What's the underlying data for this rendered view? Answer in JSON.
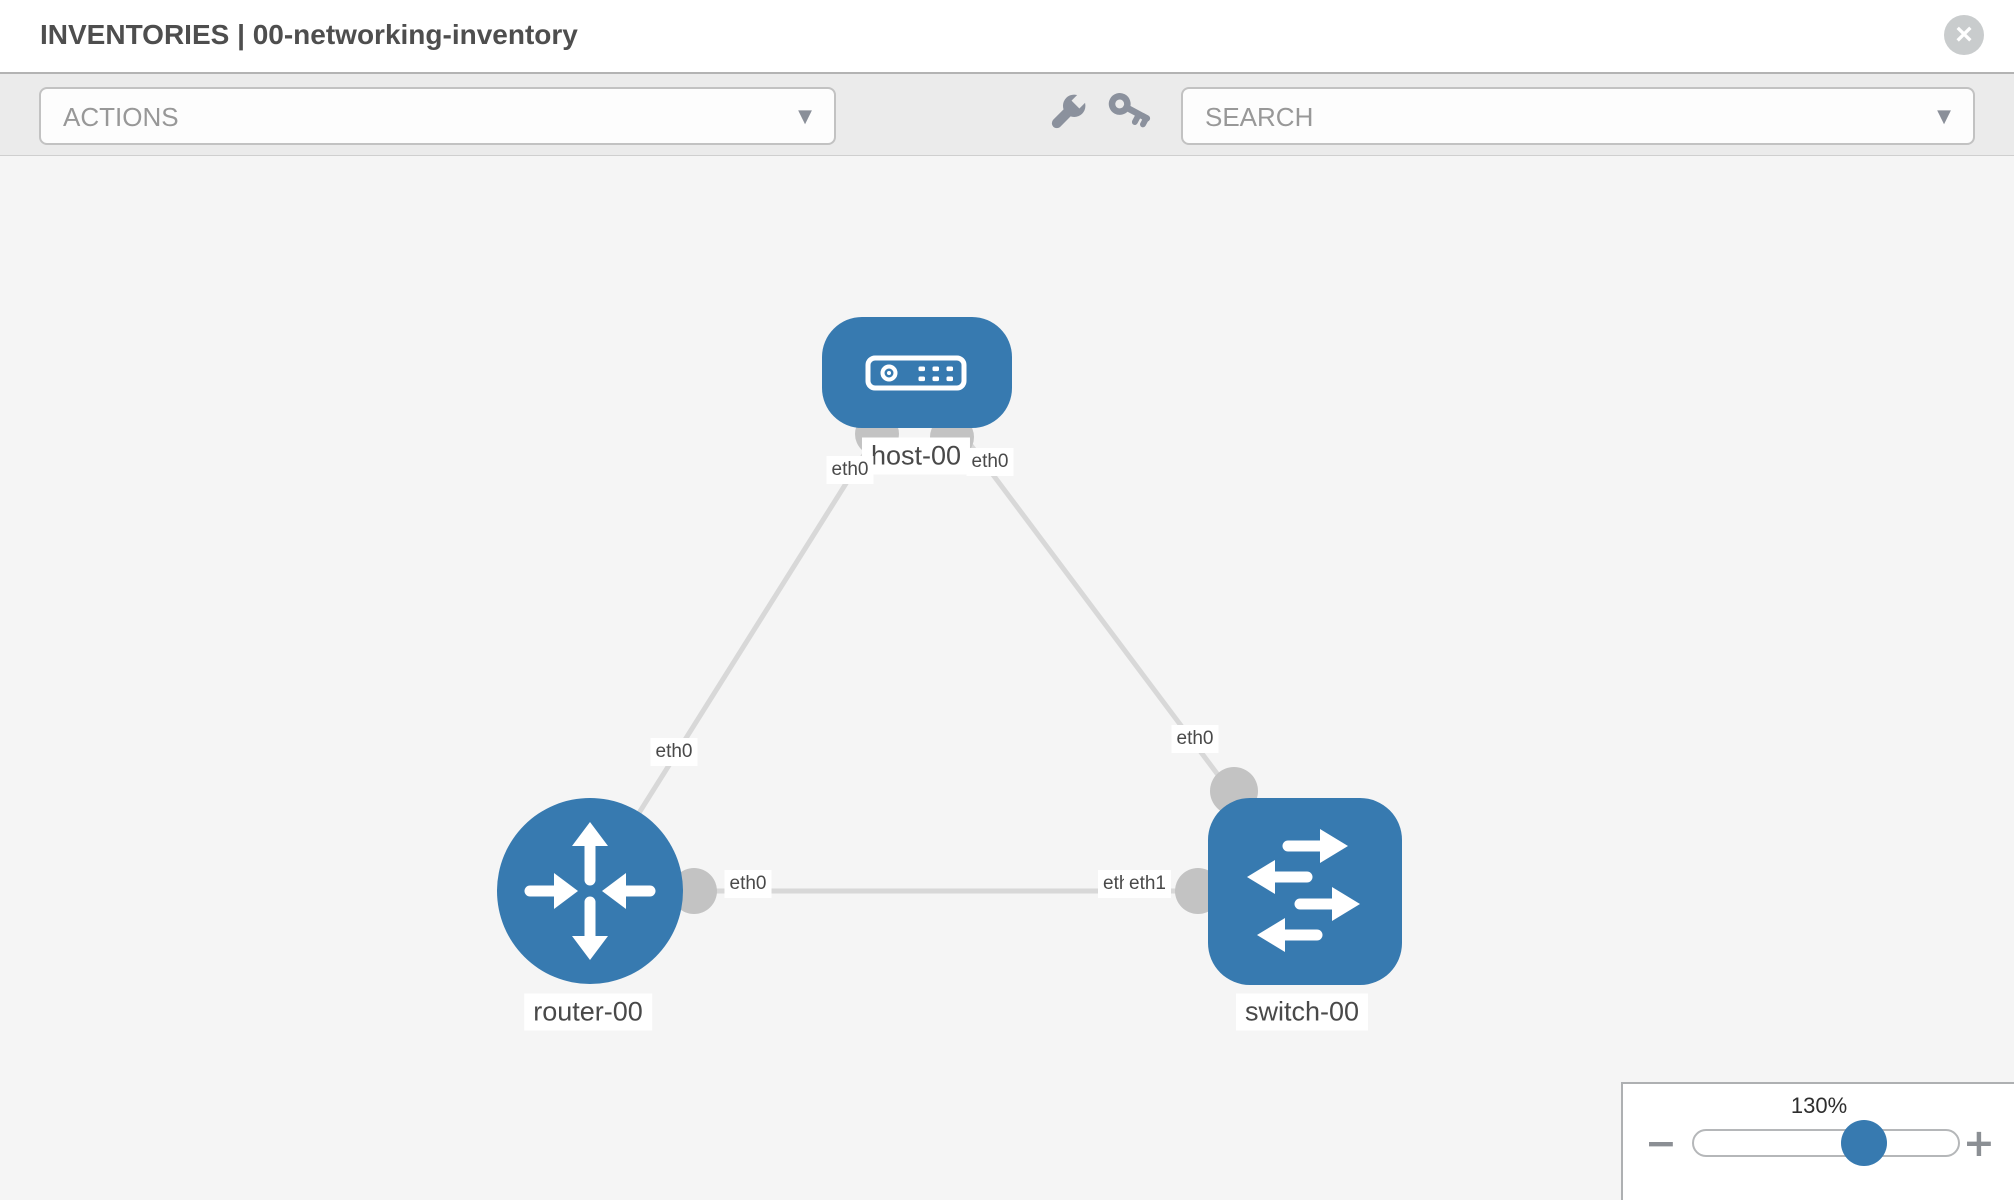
{
  "window": {
    "title": "INVENTORIES | 00-networking-inventory"
  },
  "toolbar": {
    "actions_label": "ACTIONS",
    "search_label": "SEARCH"
  },
  "icons": {
    "caret_down": "▼",
    "close": "×",
    "zoom_out": "−",
    "zoom_in": "+",
    "wrench": "wrench-icon",
    "key": "key-icon"
  },
  "topology": {
    "nodes": [
      {
        "id": "host-00",
        "type": "host",
        "label": "host-00"
      },
      {
        "id": "router-00",
        "type": "router",
        "label": "router-00"
      },
      {
        "id": "switch-00",
        "type": "switch",
        "label": "switch-00"
      }
    ],
    "links": [
      {
        "from": "host-00",
        "to": "router-00",
        "from_interface": "eth0",
        "to_interface": "eth0"
      },
      {
        "from": "host-00",
        "to": "switch-00",
        "from_interface": "eth0",
        "to_interface": "eth0"
      },
      {
        "from": "router-00",
        "to": "switch-00",
        "from_interface": "eth0",
        "to_interface": "eth1",
        "to_interface_back": "eth1"
      }
    ]
  },
  "zoom_control": {
    "level": "130%"
  },
  "colors": {
    "node_blue": "#377ab0",
    "link_gray": "#d8d8d8",
    "connector_gray": "#c3c3c3",
    "canvas_bg": "#f5f5f5",
    "toolbar_bg": "#ebebeb",
    "label_text": "#494949",
    "close_button_gray": "#c9cccd"
  }
}
